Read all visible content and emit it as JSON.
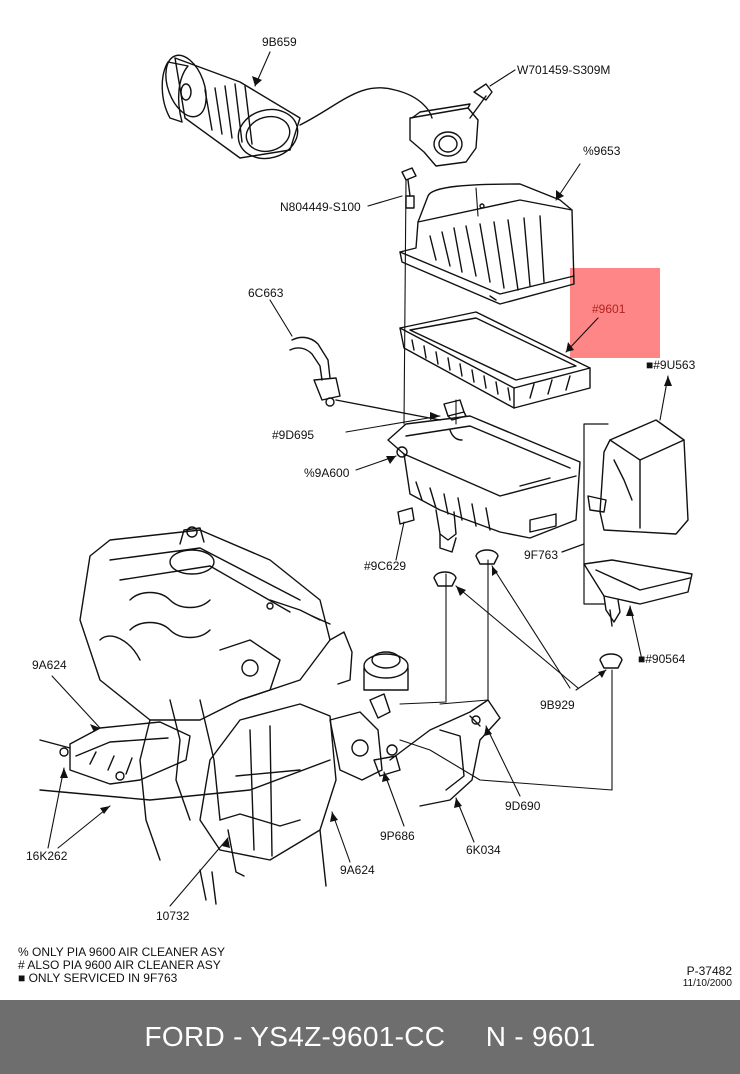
{
  "parts": {
    "p9B659": "9B659",
    "pW701459": "W701459-S309M",
    "p9653": "%9653",
    "pN804449": "N804449-S100",
    "p6C663": "6C663",
    "p9601": "#9601",
    "p9U563": "■#9U563",
    "p9D695": "#9D695",
    "p9A600": "%9A600",
    "p9F763": "9F763",
    "p9C629": "#9C629",
    "p90564": "■#90564",
    "p9A624a": "9A624",
    "p9B929": "9B929",
    "p9D690": "9D690",
    "p9P686": "9P686",
    "p6K034": "6K034",
    "p16K262": "16K262",
    "p9A624b": "9A624",
    "p10732": "10732"
  },
  "highlight": {
    "color": "#ff8080",
    "label_color": "#b22222"
  },
  "notes": [
    "% ONLY PIA 9600 AIR CLEANER ASY",
    "#  ALSO PIA 9600 AIR CLEANER ASY",
    "■ ONLY SERVICED IN 9F763"
  ],
  "reference": {
    "number": "P-37482",
    "date": "11/10/2000"
  },
  "footer": {
    "text": "FORD - YS4Z-9601-CC     N - 9601",
    "background": "#6e6e6e"
  }
}
